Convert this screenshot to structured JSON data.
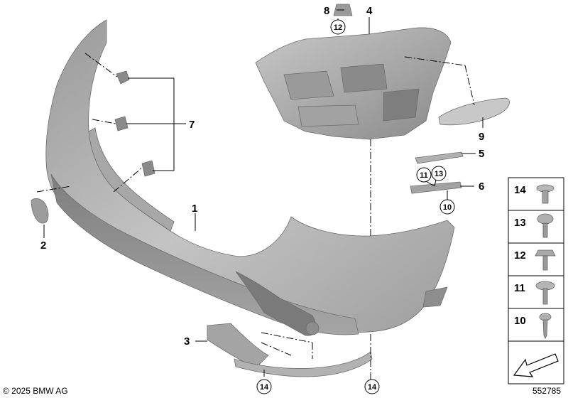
{
  "callouts": {
    "c1": "1",
    "c2": "2",
    "c3": "3",
    "c4": "4",
    "c5": "5",
    "c6": "6",
    "c7": "7",
    "c8": "8",
    "c9": "9",
    "c10": "10",
    "c11": "11",
    "c12": "12",
    "c13": "13",
    "c14a": "14",
    "c14b": "14"
  },
  "legend": {
    "items": [
      "14",
      "13",
      "12",
      "11",
      "10"
    ]
  },
  "footer": {
    "copyright": "© 2025 BMW AG",
    "diagram_number": "552785"
  },
  "colors": {
    "part_fill": "#b4b4b4",
    "part_dark": "#8e8e8e",
    "part_light": "#d2d2d2",
    "outline": "#000000"
  }
}
